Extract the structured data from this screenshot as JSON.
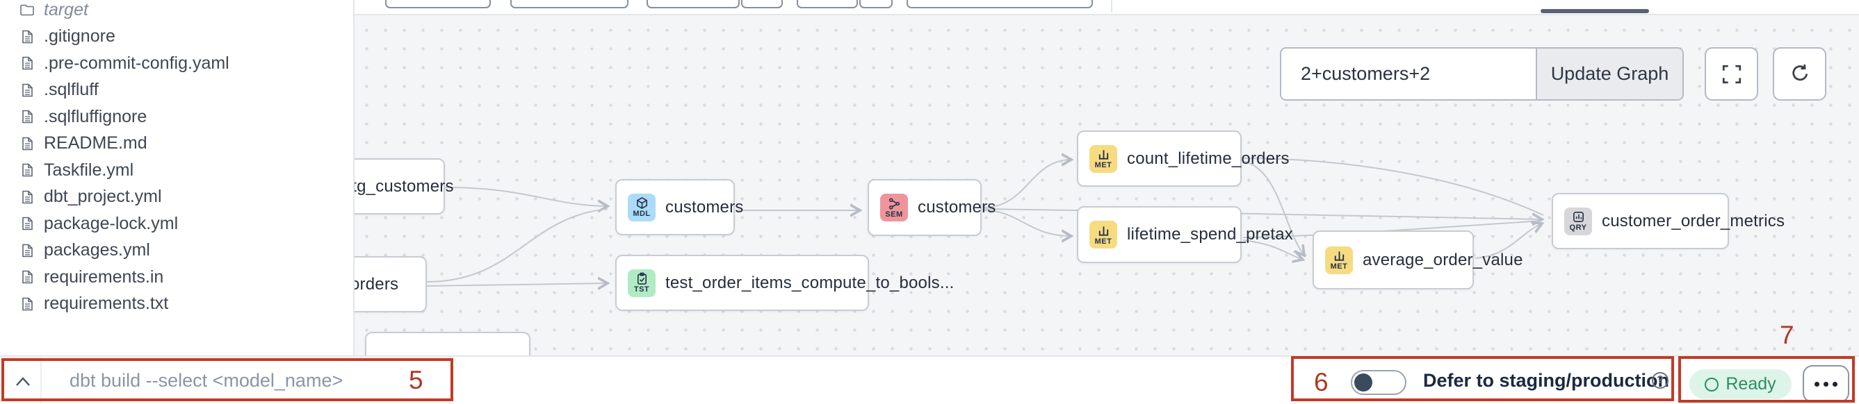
{
  "file_tree": {
    "items": [
      {
        "label": "target",
        "kind": "folder"
      },
      {
        "label": ".gitignore",
        "kind": "file"
      },
      {
        "label": ".pre-commit-config.yaml",
        "kind": "file"
      },
      {
        "label": ".sqlfluff",
        "kind": "file"
      },
      {
        "label": ".sqlfluffignore",
        "kind": "file"
      },
      {
        "label": "README.md",
        "kind": "file"
      },
      {
        "label": "Taskfile.yml",
        "kind": "file"
      },
      {
        "label": "dbt_project.yml",
        "kind": "file"
      },
      {
        "label": "package-lock.yml",
        "kind": "file"
      },
      {
        "label": "packages.yml",
        "kind": "file"
      },
      {
        "label": "requirements.in",
        "kind": "file"
      },
      {
        "label": "requirements.txt",
        "kind": "file"
      }
    ]
  },
  "graph_controls": {
    "selector_value": "2+customers+2",
    "update_button_label": "Update Graph"
  },
  "graph": {
    "nodes": [
      {
        "label": "stg_customers",
        "type": ""
      },
      {
        "label": "orders",
        "type": ""
      },
      {
        "label": "customers",
        "type": "MDL"
      },
      {
        "label": "test_order_items_compute_to_bools...",
        "type": "TST"
      },
      {
        "label": "customers",
        "type": "SEM"
      },
      {
        "label": "count_lifetime_orders",
        "type": "MET"
      },
      {
        "label": "lifetime_spend_pretax",
        "type": "MET"
      },
      {
        "label": "average_order_value",
        "type": "MET"
      },
      {
        "label": "customer_order_metrics",
        "type": "QRY"
      }
    ],
    "edges": [
      {
        "source": "stg_customers",
        "target": "customers (MDL)"
      },
      {
        "source": "orders",
        "target": "customers (MDL)"
      },
      {
        "source": "orders",
        "target": "test_order_items_compute_to_bools..."
      },
      {
        "source": "customers (MDL)",
        "target": "customers (SEM)"
      },
      {
        "source": "customers (SEM)",
        "target": "count_lifetime_orders"
      },
      {
        "source": "customers (SEM)",
        "target": "lifetime_spend_pretax"
      },
      {
        "source": "customers (SEM)",
        "target": "customer_order_metrics"
      },
      {
        "source": "count_lifetime_orders",
        "target": "customer_order_metrics"
      },
      {
        "source": "count_lifetime_orders",
        "target": "average_order_value"
      },
      {
        "source": "lifetime_spend_pretax",
        "target": "average_order_value"
      },
      {
        "source": "average_order_value",
        "target": "customer_order_metrics"
      }
    ],
    "type_colors": {
      "MDL": "#abdbf8",
      "TST": "#b0ebc4",
      "SEM": "#f0949c",
      "MET": "#f6db81",
      "QRY": "#d7d6d8"
    }
  },
  "bottom_bar": {
    "command_placeholder": "dbt build --select <model_name>",
    "defer_toggle": {
      "state": "off",
      "label": "Defer to staging/production"
    },
    "status_badge": "Ready"
  },
  "annotations": {
    "color": "#c23a26",
    "five": "5",
    "six": "6",
    "seven": "7"
  }
}
